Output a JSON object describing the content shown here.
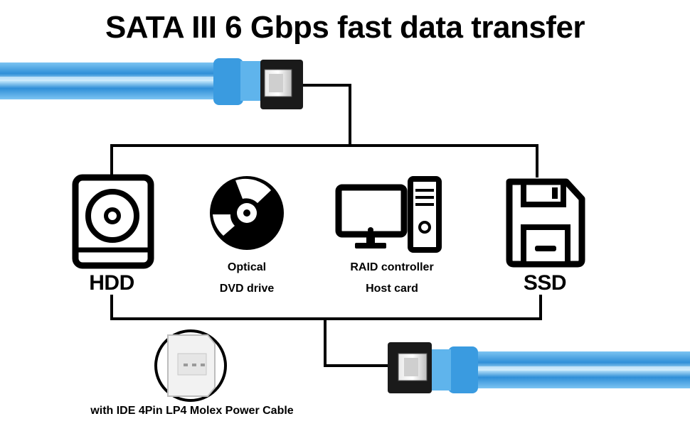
{
  "title": "SATA III 6 Gbps fast data transfer",
  "devices": {
    "hdd": "HDD",
    "optical_line1": "Optical",
    "optical_line2": "DVD drive",
    "raid_line1": "RAID controller",
    "raid_line2": "Host card",
    "ssd": "SSD"
  },
  "power_cable_caption": "with IDE 4Pin LP4 Molex Power Cable",
  "colors": {
    "cable_blue": "#3f9fe0",
    "cable_light": "#9ed4f7",
    "connector_black": "#1a1a1a",
    "line": "#000000"
  },
  "icons": [
    "hard-disk-icon",
    "optical-disc-icon",
    "desktop-computer-icon",
    "floppy-disk-icon",
    "molex-connector-icon",
    "sata-cable-icon"
  ]
}
